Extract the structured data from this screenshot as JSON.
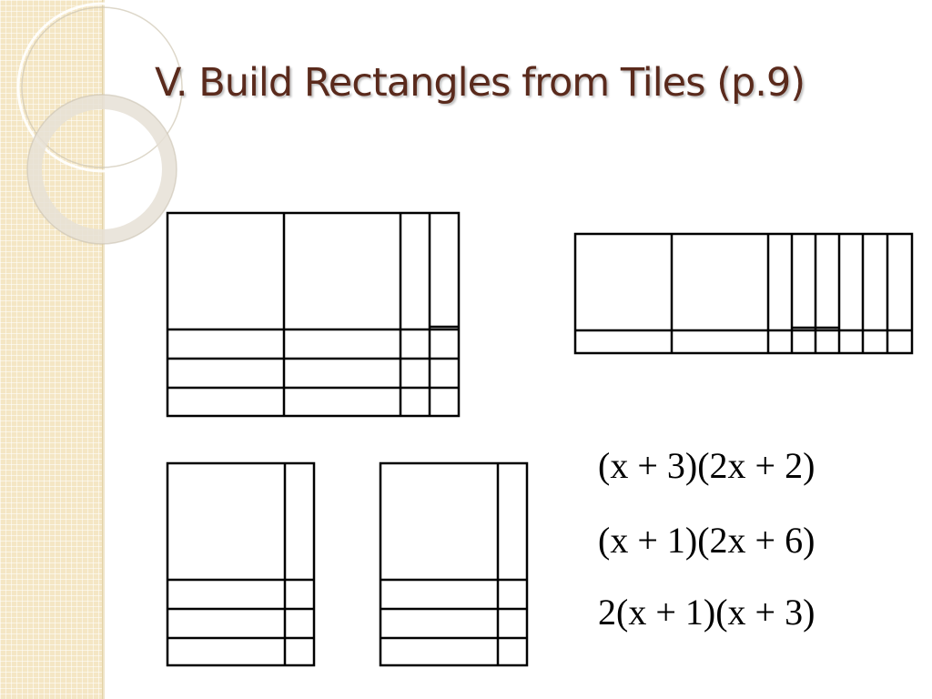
{
  "slide": {
    "title": "V. Build Rectangles from Tiles (p.9)"
  },
  "expressions": [
    "(x + 3)(2x + 2)",
    "(x + 1)(2x + 6)",
    "2(x + 1)(x + 3)"
  ],
  "colors": {
    "title": "#5a2a1c",
    "band": "#f4e6c4",
    "tile_stroke": "#000000"
  }
}
